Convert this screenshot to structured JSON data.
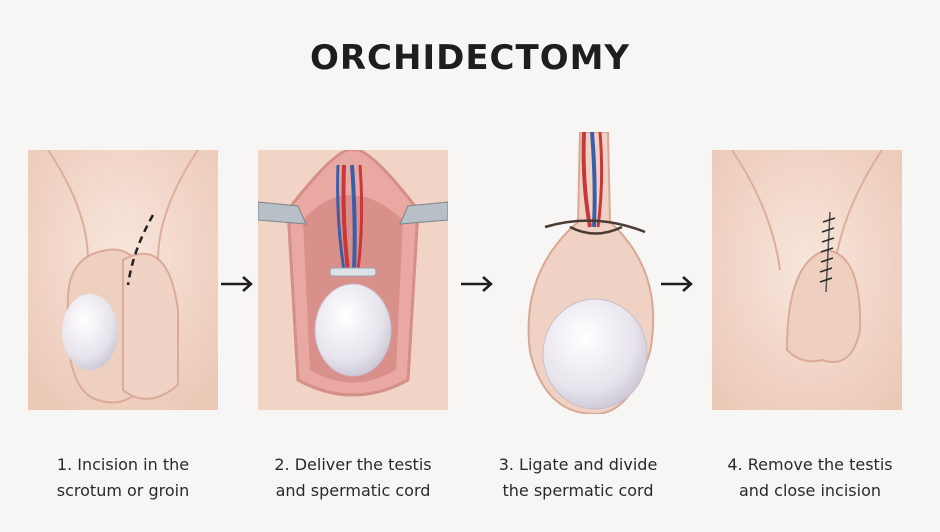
{
  "title": "ORCHIDECTOMY",
  "steps": [
    {
      "line1": "1. Incision in the",
      "line2": "scrotum or groin"
    },
    {
      "line1": "2. Deliver the testis",
      "line2": "and spermatic cord"
    },
    {
      "line1": "3. Ligate and divide",
      "line2": "the spermatic cord"
    },
    {
      "line1": "4. Remove the testis",
      "line2": "and close incision"
    }
  ],
  "colors": {
    "skin": "#f3d9cc",
    "skin_shadow": "#e2b8a6",
    "testis": "#f4f2f6",
    "artery": "#c8383a",
    "vein": "#3a5fa8",
    "tissue": "#d98f8a",
    "arrow": "#1e1e1e"
  }
}
